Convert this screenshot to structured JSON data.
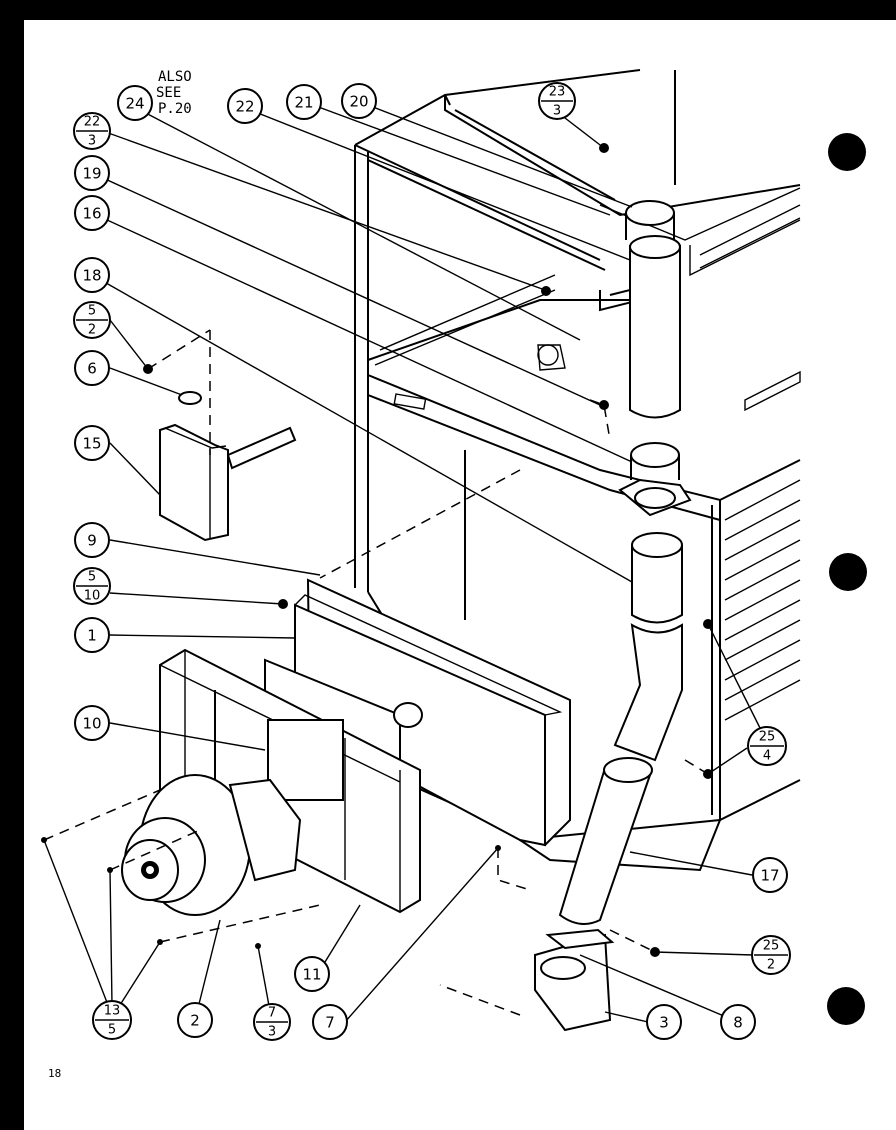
{
  "note": {
    "line1": "ALSO",
    "line2": "SEE",
    "line3": "P.20"
  },
  "page_number": "18",
  "callouts": {
    "c24": "24",
    "c22a_num": "22",
    "c22a_den": "3",
    "c22b": "22",
    "c21": "21",
    "c20": "20",
    "c23_num": "23",
    "c23_den": "3",
    "c19": "19",
    "c16": "16",
    "c18": "18",
    "c5_2_num": "5",
    "c5_2_den": "2",
    "c6": "6",
    "c15": "15",
    "c9": "9",
    "c5_10_num": "5",
    "c5_10_den": "10",
    "c1": "1",
    "c10": "10",
    "c13_num": "13",
    "c13_den": "5",
    "c2": "2",
    "c7_3_num": "7",
    "c7_3_den": "3",
    "c11": "11",
    "c7": "7",
    "c3": "3",
    "c8": "8",
    "c17": "17",
    "c25_4_num": "25",
    "c25_4_den": "4",
    "c25_2_num": "25",
    "c25_2_den": "2"
  }
}
